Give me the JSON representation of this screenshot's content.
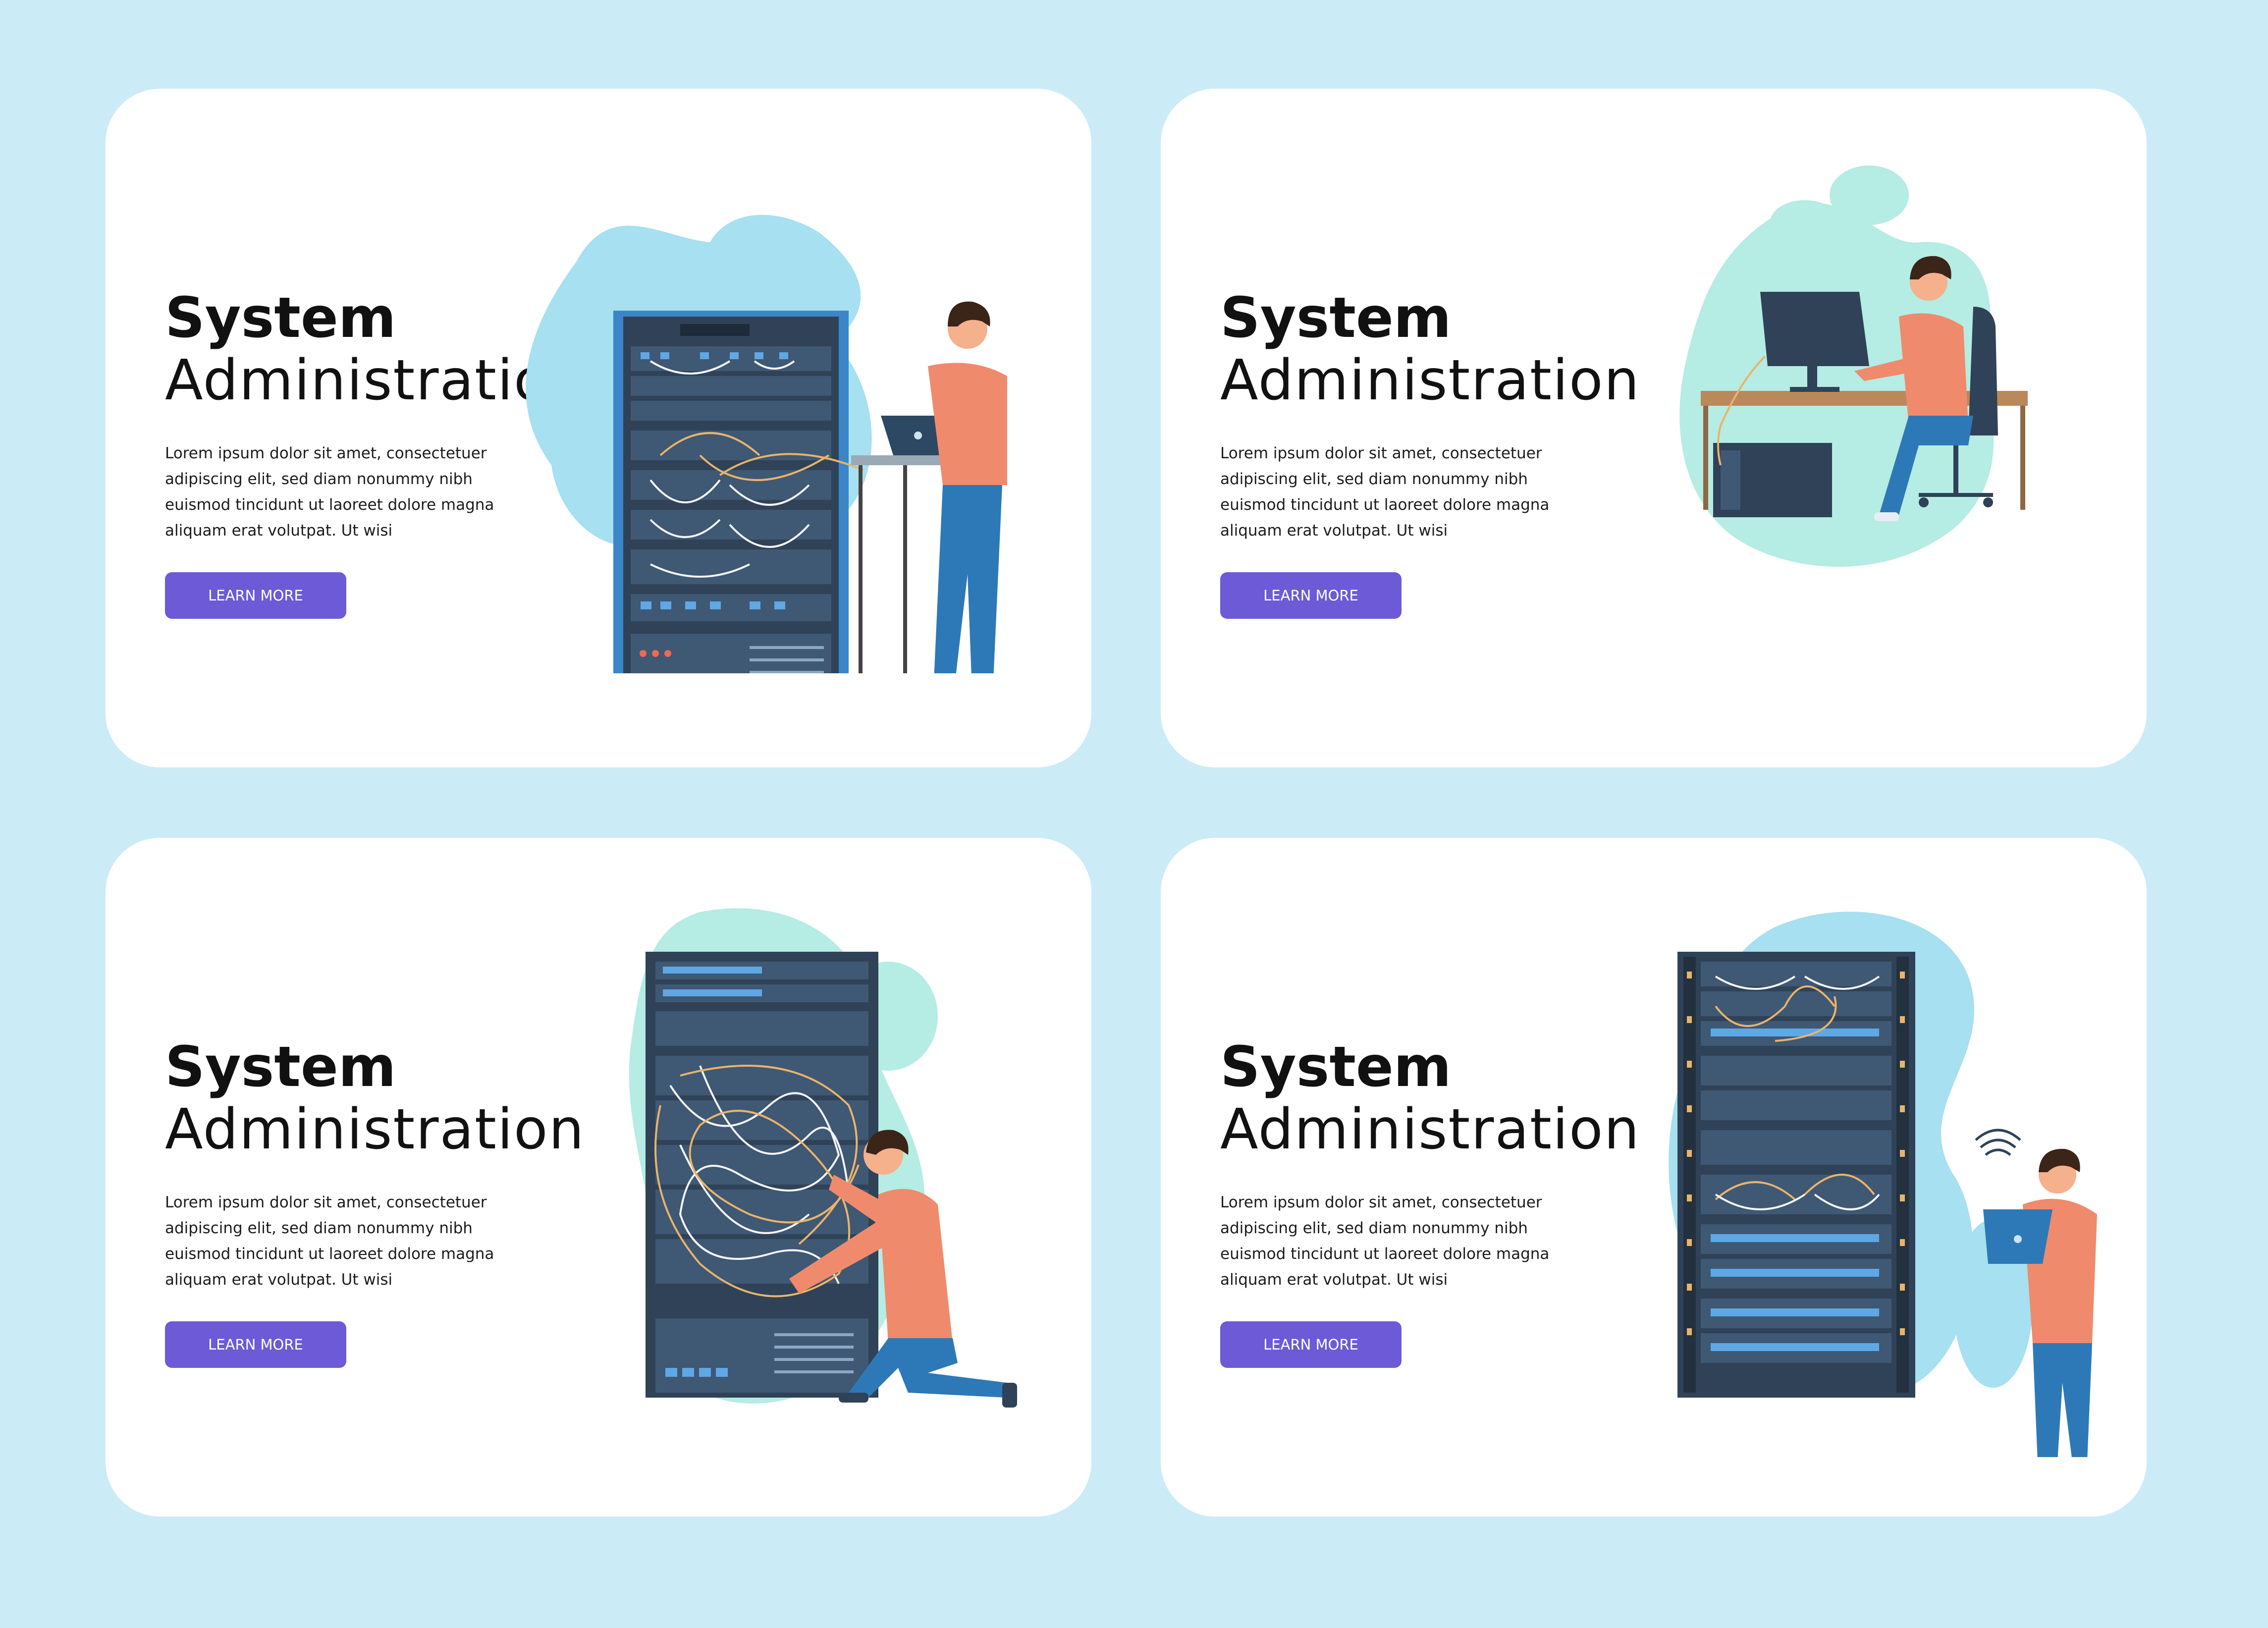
{
  "cards": [
    {
      "title_bold": "System",
      "title_light": "Administration",
      "body": "Lorem ipsum dolor sit amet, consectetuer adipiscing elit, sed diam nonummy nibh euismod tincidunt ut laoreet dolore magna aliquam erat volutpat. Ut wisi",
      "button": "LEARN MORE"
    },
    {
      "title_bold": "System",
      "title_light": "Administration",
      "body": "Lorem ipsum dolor sit amet, consectetuer adipiscing elit, sed diam nonummy nibh euismod tincidunt ut laoreet dolore magna aliquam erat volutpat. Ut wisi",
      "button": "LEARN MORE"
    },
    {
      "title_bold": "System",
      "title_light": "Administration",
      "body": "Lorem ipsum dolor sit amet, consectetuer adipiscing elit, sed diam nonummy nibh euismod tincidunt ut laoreet dolore magna aliquam erat volutpat. Ut wisi",
      "button": "LEARN MORE"
    },
    {
      "title_bold": "System",
      "title_light": "Administration",
      "body": "Lorem ipsum dolor sit amet, consectetuer adipiscing elit, sed diam nonummy nibh euismod tincidunt ut laoreet dolore magna aliquam erat volutpat. Ut wisi",
      "button": "LEARN MORE"
    }
  ],
  "colors": {
    "page_background": "#cbebf7",
    "card_background": "#ffffff",
    "button": "#6c5ad6",
    "blob_blue": "#a6e0f1",
    "blob_mint": "#b5ece3",
    "rack_dark": "#2f4257",
    "rack_blue": "#3a86c8",
    "shirt": "#f08a6c",
    "jeans": "#2d79b8",
    "desk": "#b9895a"
  },
  "illustrations": [
    "server-rack-with-laptop-admin",
    "admin-at-desk-computer",
    "admin-kneeling-fixing-cables",
    "admin-with-wireless-laptop-beside-rack"
  ]
}
